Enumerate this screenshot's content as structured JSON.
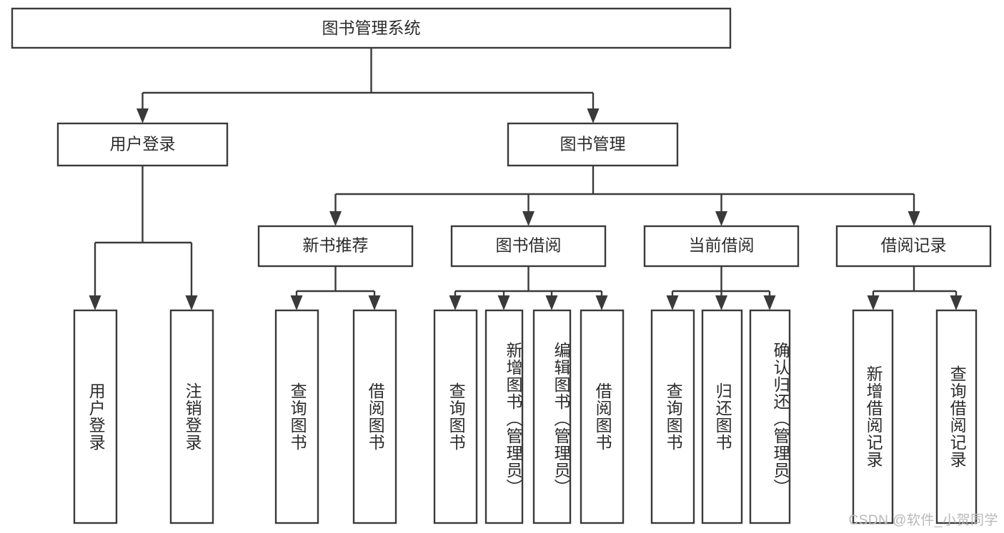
{
  "diagram": {
    "type": "tree-hierarchy",
    "orientation": "top-down",
    "root": {
      "id": "root",
      "label": "图书管理系统",
      "text_direction": "horizontal"
    },
    "level2": [
      {
        "id": "user-login",
        "label": "用户登录",
        "text_direction": "horizontal"
      },
      {
        "id": "book-manage",
        "label": "图书管理",
        "text_direction": "horizontal"
      }
    ],
    "level3": [
      {
        "id": "new-book-rec",
        "label": "新书推荐",
        "parent": "book-manage",
        "text_direction": "horizontal"
      },
      {
        "id": "book-borrow",
        "label": "图书借阅",
        "parent": "book-manage",
        "text_direction": "horizontal"
      },
      {
        "id": "current-borrow",
        "label": "当前借阅",
        "parent": "book-manage",
        "text_direction": "horizontal"
      },
      {
        "id": "borrow-record",
        "label": "借阅记录",
        "parent": "book-manage",
        "text_direction": "horizontal"
      }
    ],
    "leaves": [
      {
        "id": "leaf-user-login",
        "label": "用户登录",
        "parent": "user-login",
        "text_direction": "vertical"
      },
      {
        "id": "leaf-logout-login",
        "label": "注销登录",
        "parent": "user-login",
        "text_direction": "vertical"
      },
      {
        "id": "leaf-query-book-1",
        "label": "查询图书",
        "parent": "new-book-rec",
        "text_direction": "vertical"
      },
      {
        "id": "leaf-borrow-book-1",
        "label": "借阅图书",
        "parent": "new-book-rec",
        "text_direction": "vertical"
      },
      {
        "id": "leaf-query-book-2",
        "label": "查询图书",
        "parent": "book-borrow",
        "text_direction": "vertical"
      },
      {
        "id": "leaf-add-book",
        "label": "新增图书（管理员）",
        "parent": "book-borrow",
        "text_direction": "vertical"
      },
      {
        "id": "leaf-edit-book",
        "label": "编辑图书（管理员）",
        "parent": "book-borrow",
        "text_direction": "vertical"
      },
      {
        "id": "leaf-borrow-book-2",
        "label": "借阅图书",
        "parent": "book-borrow",
        "text_direction": "vertical"
      },
      {
        "id": "leaf-query-book-3",
        "label": "查询图书",
        "parent": "current-borrow",
        "text_direction": "vertical"
      },
      {
        "id": "leaf-return-book",
        "label": "归还图书",
        "parent": "current-borrow",
        "text_direction": "vertical"
      },
      {
        "id": "leaf-confirm-return",
        "label": "确认归还（管理员）",
        "parent": "current-borrow",
        "text_direction": "vertical"
      },
      {
        "id": "leaf-add-record",
        "label": "新增借阅记录",
        "parent": "borrow-record",
        "text_direction": "vertical"
      },
      {
        "id": "leaf-query-record",
        "label": "查询借阅记录",
        "parent": "borrow-record",
        "text_direction": "vertical"
      }
    ],
    "colors": {
      "box_stroke": "#3a3a3a",
      "box_fill": "#ffffff",
      "text": "#2b2b2b",
      "background": "#ffffff",
      "watermark": "#b9b9b9"
    }
  },
  "watermark": {
    "text": "CSDN @软件_小贺同学"
  }
}
